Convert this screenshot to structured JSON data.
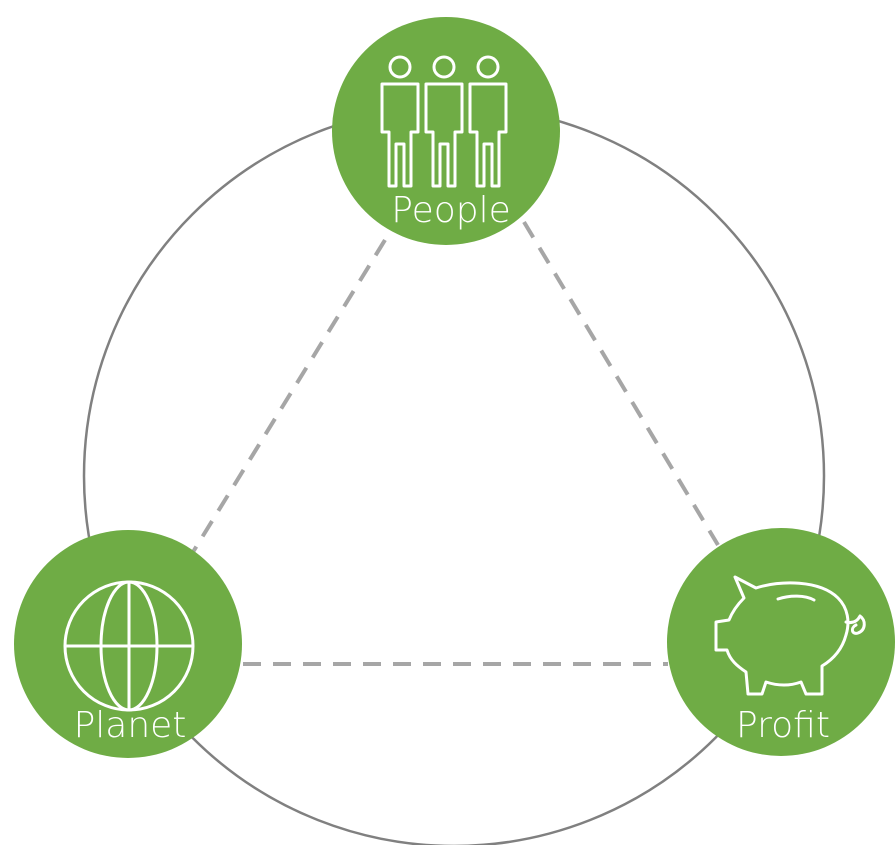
{
  "colors": {
    "node_fill": "#6fac45",
    "ring_stroke": "#808080",
    "dash_stroke": "#a6a6a6",
    "icon_stroke": "#ffffff",
    "background": "#ffffff"
  },
  "nodes": {
    "people": {
      "label": "People",
      "icon": "people-icon"
    },
    "planet": {
      "label": "Planet",
      "icon": "globe-icon"
    },
    "profit": {
      "label": "Profit",
      "icon": "piggy-bank-icon"
    }
  }
}
